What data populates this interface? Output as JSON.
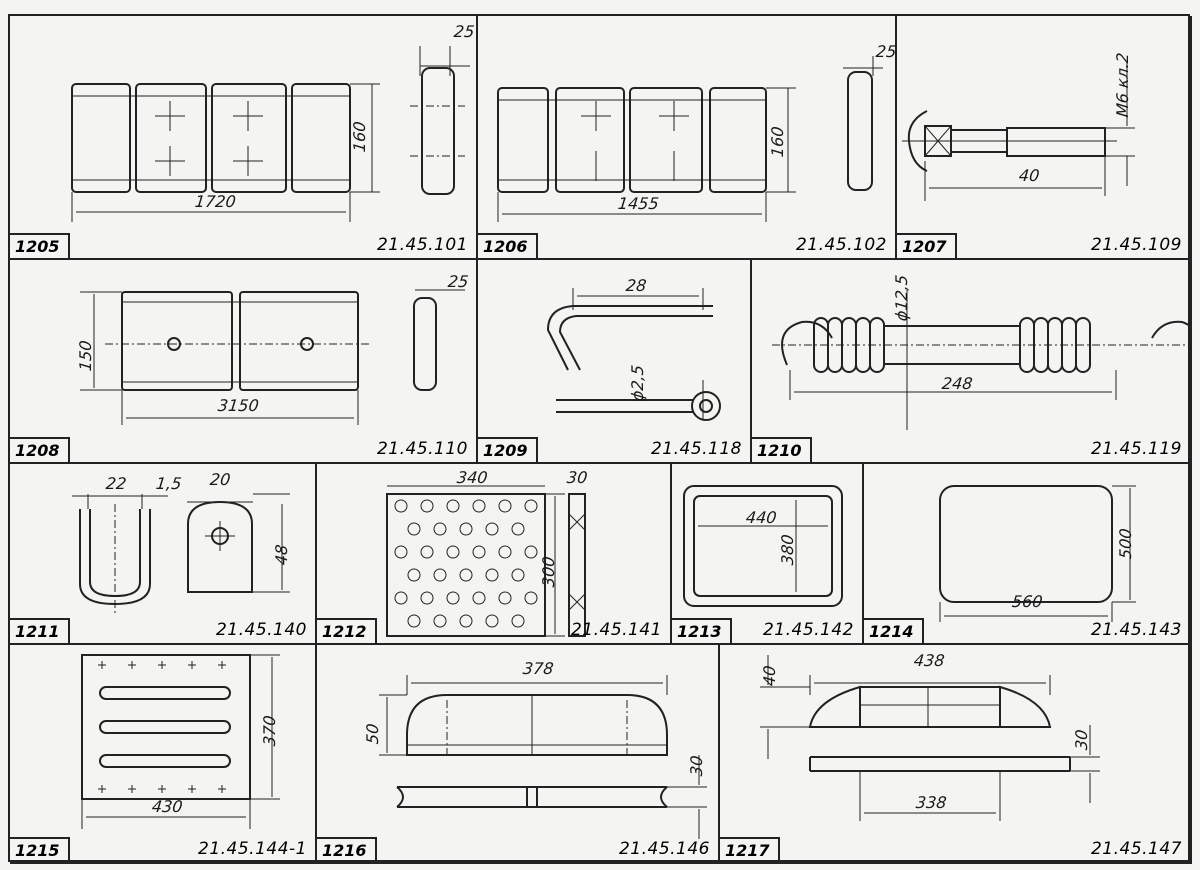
{
  "cells": [
    {
      "number": "1205",
      "code": "21.45.101",
      "dims": [
        "25",
        "160",
        "1720"
      ]
    },
    {
      "number": "1206",
      "code": "21.45.102",
      "dims": [
        "25",
        "160",
        "1455"
      ]
    },
    {
      "number": "1207",
      "code": "21.45.109",
      "dims": [
        "М6 кл.2",
        "40"
      ]
    },
    {
      "number": "1208",
      "code": "21.45.110",
      "dims": [
        "150",
        "25",
        "3150"
      ]
    },
    {
      "number": "1209",
      "code": "21.45.118",
      "dims": [
        "28",
        "ϕ2,5"
      ]
    },
    {
      "number": "1210",
      "code": "21.45.119",
      "dims": [
        "ϕ12,5",
        "248"
      ]
    },
    {
      "number": "1211",
      "code": "21.45.140",
      "dims": [
        "22",
        "1,5",
        "20",
        "48"
      ]
    },
    {
      "number": "1212",
      "code": "21.45.141",
      "dims": [
        "340",
        "30",
        "300"
      ]
    },
    {
      "number": "1213",
      "code": "21.45.142",
      "dims": [
        "440",
        "380"
      ]
    },
    {
      "number": "1214",
      "code": "21.45.143",
      "dims": [
        "500",
        "560"
      ]
    },
    {
      "number": "1215",
      "code": "21.45.144-1",
      "dims": [
        "370",
        "430"
      ]
    },
    {
      "number": "1216",
      "code": "21.45.146",
      "dims": [
        "378",
        "50",
        "30"
      ]
    },
    {
      "number": "1217",
      "code": "21.45.147",
      "dims": [
        "438",
        "40",
        "30",
        "338"
      ]
    }
  ]
}
